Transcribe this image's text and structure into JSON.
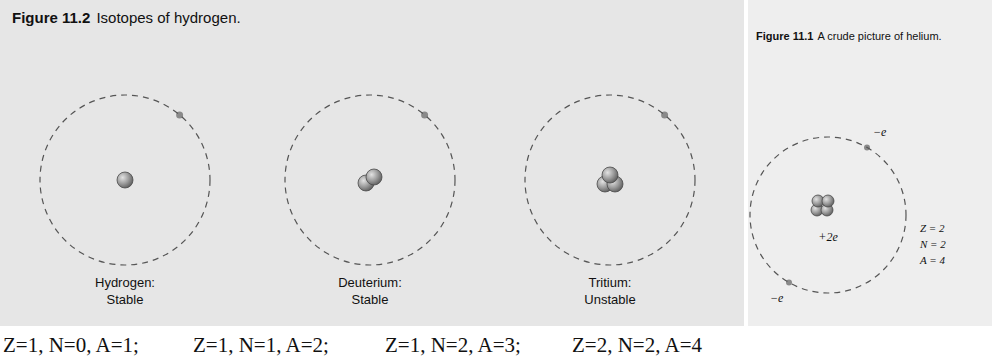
{
  "diagram": {
    "nodes": [
      {
        "text": [
          "Hydrogen: Stable"
        ]
      },
      {
        "text": [
          "Deuterium: Stable"
        ]
      },
      {
        "text": [
          "Tritium: Unstable"
        ]
      },
      {
        "text": [
          "+2e"
        ]
      }
    ],
    "labels": [
      "Figure 11.2",
      "Isotopes of hydrogen.",
      "Figure 11.1",
      "A crude picture of helium.",
      "−e",
      "−e",
      "Z = 2",
      "N = 2",
      "A = 4",
      "Z=1, N=0, A=1;",
      "Z=1, N=1, A=2;",
      "Z=1, N=2, A=3;",
      "Z=2, N=2, A=4"
    ]
  }
}
